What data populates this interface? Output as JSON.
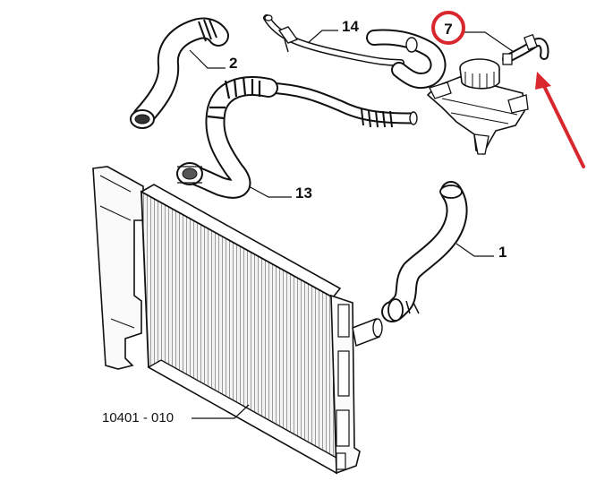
{
  "diagram": {
    "callouts": {
      "part_1": "1",
      "part_2": "2",
      "part_7": "7",
      "part_13": "13",
      "part_14": "14"
    },
    "drawing_code": "10401 - 010",
    "highlight_color": "#d9272e",
    "arrow_color": "#d9272e",
    "line_color": "#111111"
  }
}
